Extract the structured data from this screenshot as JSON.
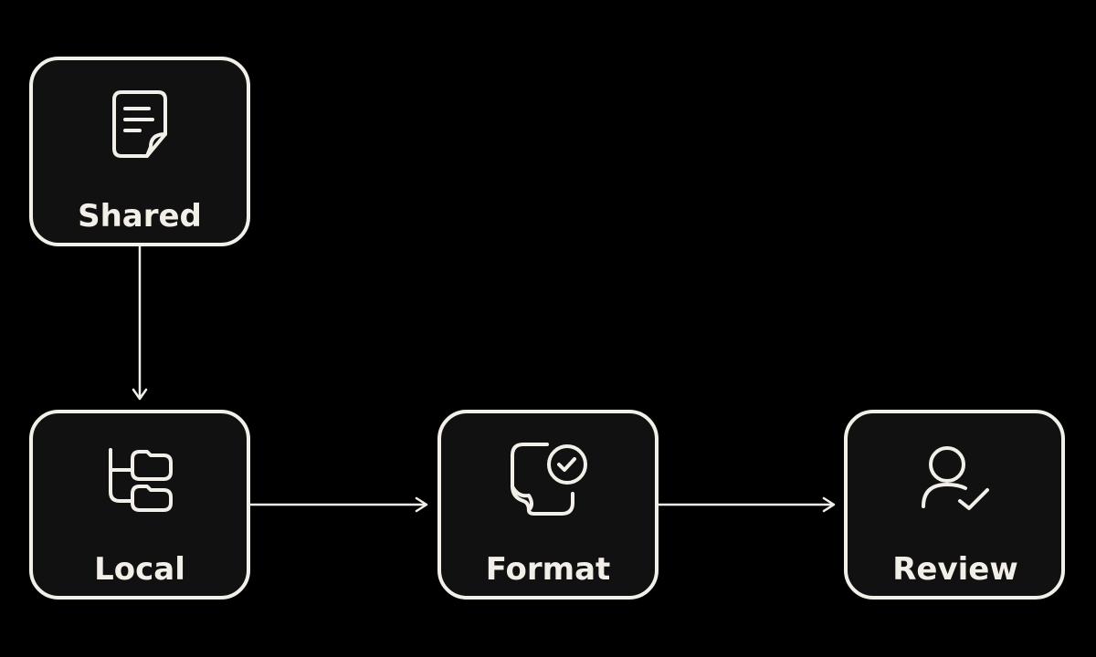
{
  "diagram": {
    "background": "#000000",
    "stroke_color": "#f2efe9",
    "node_fill": "#111111",
    "nodes": [
      {
        "id": "shared",
        "label": "Shared",
        "icon": "sticky-note-icon"
      },
      {
        "id": "local",
        "label": "Local",
        "icon": "folder-tree-icon"
      },
      {
        "id": "format",
        "label": "Format",
        "icon": "sticker-check-icon"
      },
      {
        "id": "review",
        "label": "Review",
        "icon": "user-check-icon"
      }
    ],
    "edges": [
      {
        "from": "shared",
        "to": "local"
      },
      {
        "from": "local",
        "to": "format"
      },
      {
        "from": "format",
        "to": "review"
      }
    ]
  }
}
